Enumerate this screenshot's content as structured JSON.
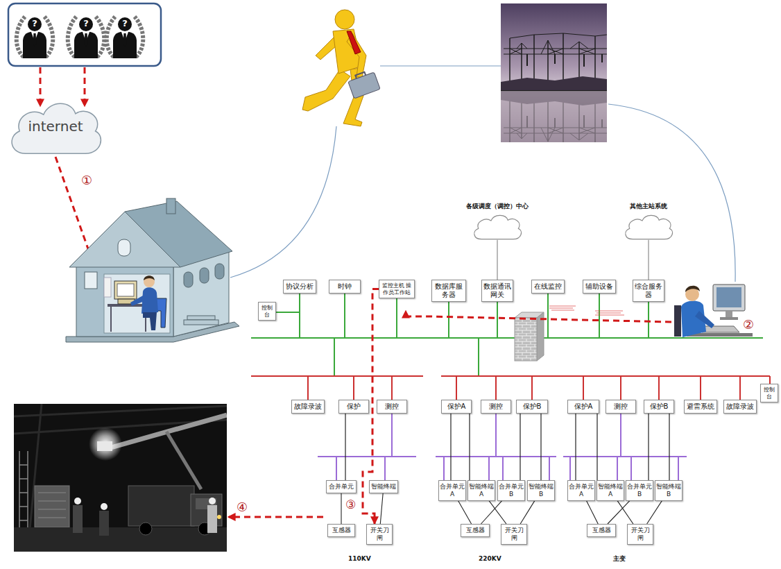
{
  "diagram": {
    "nodes": [
      {
        "text": [
          "internet"
        ]
      },
      {
        "text": [
          "各级调度（调控）中心"
        ]
      },
      {
        "text": [
          "其他主站系统"
        ]
      },
      {
        "text": [
          "协议分析"
        ]
      },
      {
        "text": [
          "控制台"
        ]
      },
      {
        "text": [
          "时钟"
        ]
      },
      {
        "text": [
          "监控主机 操作员工作站"
        ]
      },
      {
        "text": [
          "数据库服务器"
        ]
      },
      {
        "text": [
          "数据通讯网关"
        ]
      },
      {
        "text": [
          "在线监控"
        ]
      },
      {
        "text": [
          "辅助设备"
        ]
      },
      {
        "text": [
          "综合服务器"
        ]
      },
      {
        "text": [
          "故障录波"
        ]
      },
      {
        "text": [
          "保护"
        ]
      },
      {
        "text": [
          "测控"
        ]
      },
      {
        "text": [
          "保护A"
        ]
      },
      {
        "text": [
          "测控"
        ]
      },
      {
        "text": [
          "保护B"
        ]
      },
      {
        "text": [
          "保护A"
        ]
      },
      {
        "text": [
          "测控"
        ]
      },
      {
        "text": [
          "保护B"
        ]
      },
      {
        "text": [
          "避雷系统"
        ]
      },
      {
        "text": [
          "故障录波"
        ]
      },
      {
        "text": [
          "控制台"
        ]
      },
      {
        "text": [
          "合并单元"
        ]
      },
      {
        "text": [
          "智能终端"
        ]
      },
      {
        "text": [
          "互感器"
        ]
      },
      {
        "text": [
          "开关刀闸"
        ]
      },
      {
        "text": [
          "合并单元A"
        ]
      },
      {
        "text": [
          "智能终端A"
        ]
      },
      {
        "text": [
          "合并单元B"
        ]
      },
      {
        "text": [
          "智能终端B"
        ]
      },
      {
        "text": [
          "互感器"
        ]
      },
      {
        "text": [
          "开关刀闸"
        ]
      },
      {
        "text": [
          "合并单元A"
        ]
      },
      {
        "text": [
          "智能终端A"
        ]
      },
      {
        "text": [
          "合并单元B"
        ]
      },
      {
        "text": [
          "智能终端B"
        ]
      },
      {
        "text": [
          "互感器"
        ]
      },
      {
        "text": [
          "开关刀闸"
        ]
      }
    ],
    "edges": [
      {
        "from": 1,
        "to": 8,
        "arrow": "none"
      },
      {
        "from": 2,
        "to": 11,
        "arrow": "none"
      },
      {
        "from": 24,
        "to": 26,
        "arrow": "none"
      },
      {
        "from": 25,
        "to": 27,
        "arrow": "none"
      },
      {
        "from": 28,
        "to": 32,
        "arrow": "none"
      },
      {
        "from": 30,
        "to": 32,
        "arrow": "none"
      },
      {
        "from": 29,
        "to": 33,
        "arrow": "none"
      },
      {
        "from": 31,
        "to": 33,
        "arrow": "none"
      },
      {
        "from": 34,
        "to": 38,
        "arrow": "none"
      },
      {
        "from": 36,
        "to": 38,
        "arrow": "none"
      },
      {
        "from": 35,
        "to": 39,
        "arrow": "none"
      },
      {
        "from": 37,
        "to": 39,
        "arrow": "none"
      },
      {
        "from": 6,
        "to": 27,
        "arrow": "to"
      }
    ],
    "labels": [
      "?",
      "?",
      "?",
      "①",
      "②",
      "③",
      "④",
      "110KV",
      "220KV",
      "主变"
    ]
  }
}
